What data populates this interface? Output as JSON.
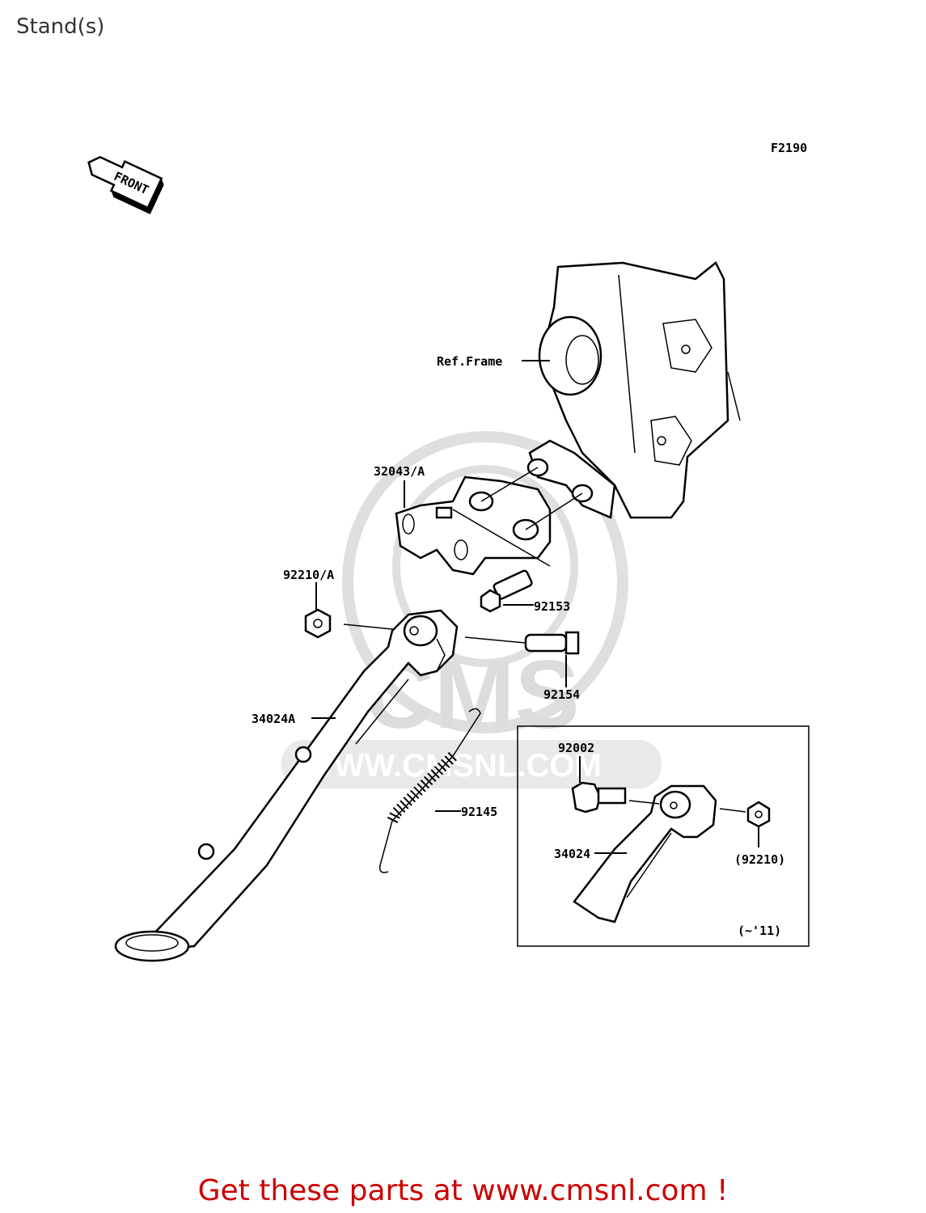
{
  "page_title": "Stand(s)",
  "diagram_code": "F2190",
  "front_arrow_label": "FRONT",
  "watermark": {
    "logo": "CMS",
    "url": "WWW.CMSNL.COM"
  },
  "labels": {
    "ref_frame": "Ref.Frame",
    "bracket": "32043/A",
    "nut_a": "92210/A",
    "bolt_92153": "92153",
    "bolt_92154": "92154",
    "stand_a": "34024A",
    "spring": "92145",
    "bolt_92002": "92002",
    "stand": "34024",
    "nut": "(92210)",
    "inset_note": "(~'11)"
  },
  "footer": {
    "cta": "Get these parts at www.cmsnl.com !"
  }
}
